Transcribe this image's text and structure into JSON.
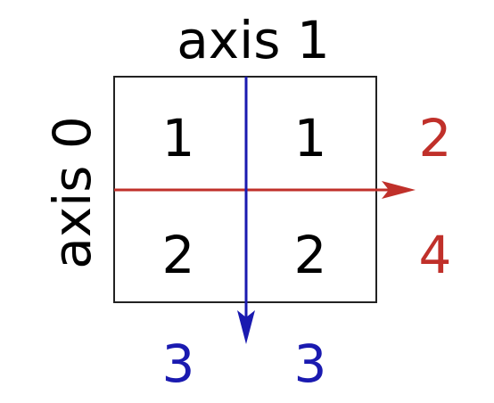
{
  "labels": {
    "axis_top": "axis 1",
    "axis_left": "axis 0"
  },
  "grid": {
    "cells": [
      [
        "1",
        "1"
      ],
      [
        "2",
        "2"
      ]
    ]
  },
  "row_sums": [
    "2",
    "4"
  ],
  "col_sums": [
    "3",
    "3"
  ],
  "colors": {
    "text": "#000000",
    "grid_border": "#222222",
    "row_arrow": "#c0302a",
    "col_arrow": "#1a1ab0"
  }
}
